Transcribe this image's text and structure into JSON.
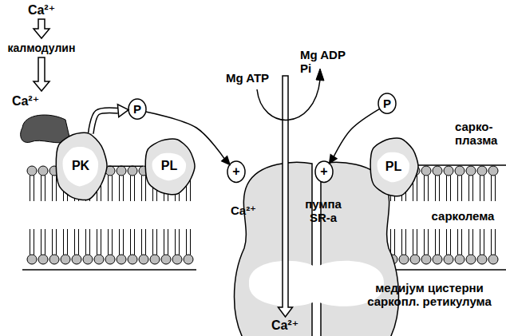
{
  "diagram": {
    "nodes": [
      {
        "text": [
          "P"
        ]
      },
      {
        "text": [
          "PK"
        ]
      },
      {
        "text": [
          "PL"
        ]
      },
      {
        "text": [
          "Ca²⁺",
          "пумпа SR-а"
        ]
      },
      {
        "text": [
          "+"
        ],
        "in": 3
      },
      {
        "text": [
          "+"
        ],
        "in": 3
      },
      {
        "text": [
          "P"
        ]
      },
      {
        "text": [
          "PL"
        ]
      }
    ],
    "edges": [
      {
        "from": 1,
        "to": 0,
        "arrow": "to"
      },
      {
        "from": 0,
        "to": 4,
        "arrow": "to"
      },
      {
        "from": 6,
        "to": 5,
        "arrow": "to"
      },
      {
        "from": 1,
        "to": 2,
        "arrow": "none"
      }
    ],
    "labels": [
      "Ca²⁺",
      "калмодулин",
      "Ca²⁺",
      "Mg ATP",
      "Mg ADP Pi",
      "сарко- плазма",
      "сарколема",
      "медијум цистерни саркопл. ретикулума",
      "Ca²⁺"
    ]
  }
}
